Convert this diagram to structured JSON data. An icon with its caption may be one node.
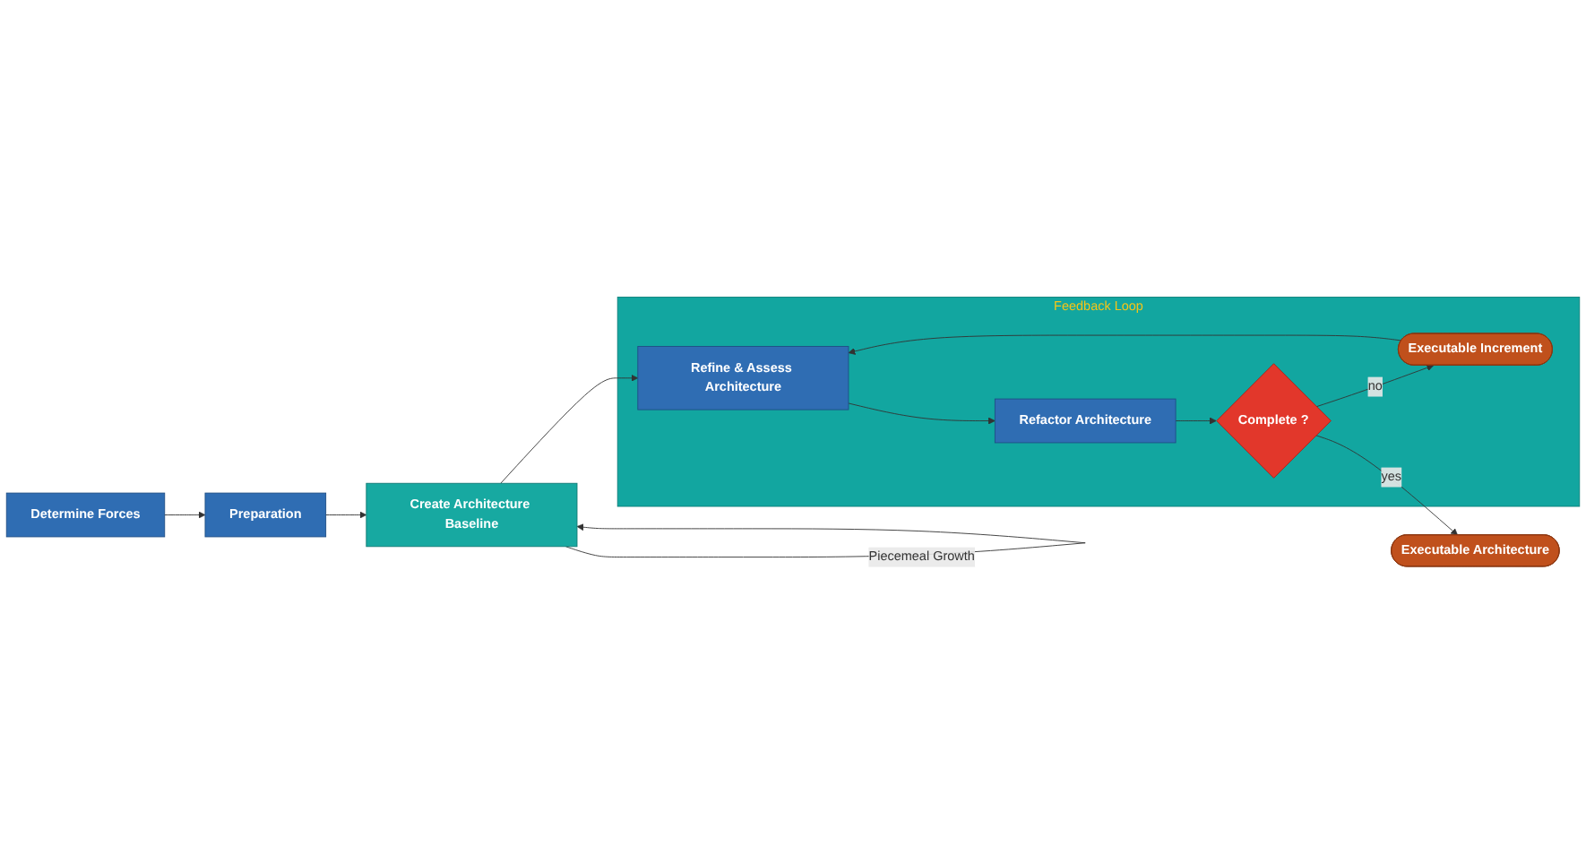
{
  "diagram": {
    "nodes": [
      {
        "text": [
          "Determine Forces"
        ]
      },
      {
        "text": [
          "Preparation"
        ]
      },
      {
        "text": [
          "Create Architecture Baseline"
        ]
      },
      {
        "text": [
          "Feedback Loop"
        ]
      },
      {
        "text": [
          "Refine & Assess Architecture"
        ],
        "in": 3
      },
      {
        "text": [
          "Refactor Architecture"
        ],
        "in": 3
      },
      {
        "text": [
          "Complete ?"
        ],
        "in": 3
      },
      {
        "text": [
          "Executable Increment"
        ],
        "in": 3
      },
      {
        "text": [
          "Executable Architecture"
        ]
      }
    ],
    "edges": [
      {
        "from": 0,
        "to": 1,
        "arrow": "to"
      },
      {
        "from": 1,
        "to": 2,
        "arrow": "to"
      },
      {
        "from": 2,
        "to": 2,
        "arrow": "to",
        "label": "Piecemeal Growth"
      },
      {
        "from": 2,
        "to": 4,
        "arrow": "to"
      },
      {
        "from": 4,
        "to": 5,
        "arrow": "to"
      },
      {
        "from": 5,
        "to": 6,
        "arrow": "to"
      },
      {
        "from": 6,
        "to": 7,
        "arrow": "to",
        "label": "no"
      },
      {
        "from": 7,
        "to": 4,
        "arrow": "to"
      },
      {
        "from": 6,
        "to": 8,
        "arrow": "to",
        "label": "yes"
      }
    ]
  }
}
